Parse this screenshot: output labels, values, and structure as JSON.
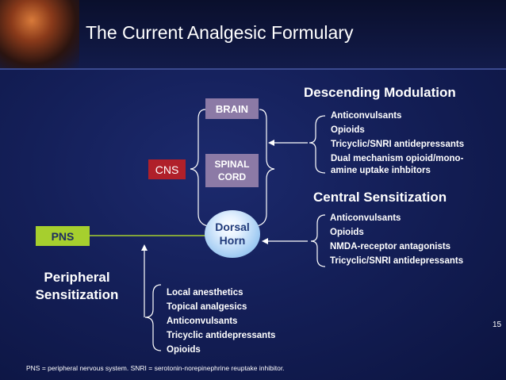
{
  "slide": {
    "title": "The Current Analgesic Formulary",
    "page_number": "15",
    "footnote": "PNS = peripheral nervous system. SNRI = serotonin-norepinephrine reuptake inhibitor."
  },
  "nodes": {
    "brain": "BRAIN",
    "spinal_cord_line1": "SPINAL",
    "spinal_cord_line2": "CORD",
    "cns": "CNS",
    "pns": "PNS",
    "dorsal_horn_line1": "Dorsal",
    "dorsal_horn_line2": "Horn"
  },
  "descending_modulation": {
    "heading": "Descending Modulation",
    "items": [
      "Anticonvulsants",
      "Opioids",
      "Tricyclic/SNRI antidepressants",
      "Dual mechanism opioid/mono-amine uptake inhbitors"
    ]
  },
  "central_sensitization": {
    "heading": "Central Sensitization",
    "items": [
      "Anticonvulsants",
      "Opioids",
      "NMDA-receptor antagonists",
      "Tricyclic/SNRI antidepressants"
    ]
  },
  "peripheral_sensitization": {
    "heading_line1": "Peripheral",
    "heading_line2": "Sensitization",
    "items": [
      "Local anesthetics",
      "Topical analgesics",
      "Anticonvulsants",
      "Tricyclic antidepressants",
      "Opioids"
    ]
  },
  "colors": {
    "background": "#141f58",
    "brain_box": "#8c7aa6",
    "cns_box": "#b0202a",
    "pns_box": "#a6cf2e",
    "dorsal_horn": "#9fcaf2",
    "connector": "#ffffff"
  }
}
